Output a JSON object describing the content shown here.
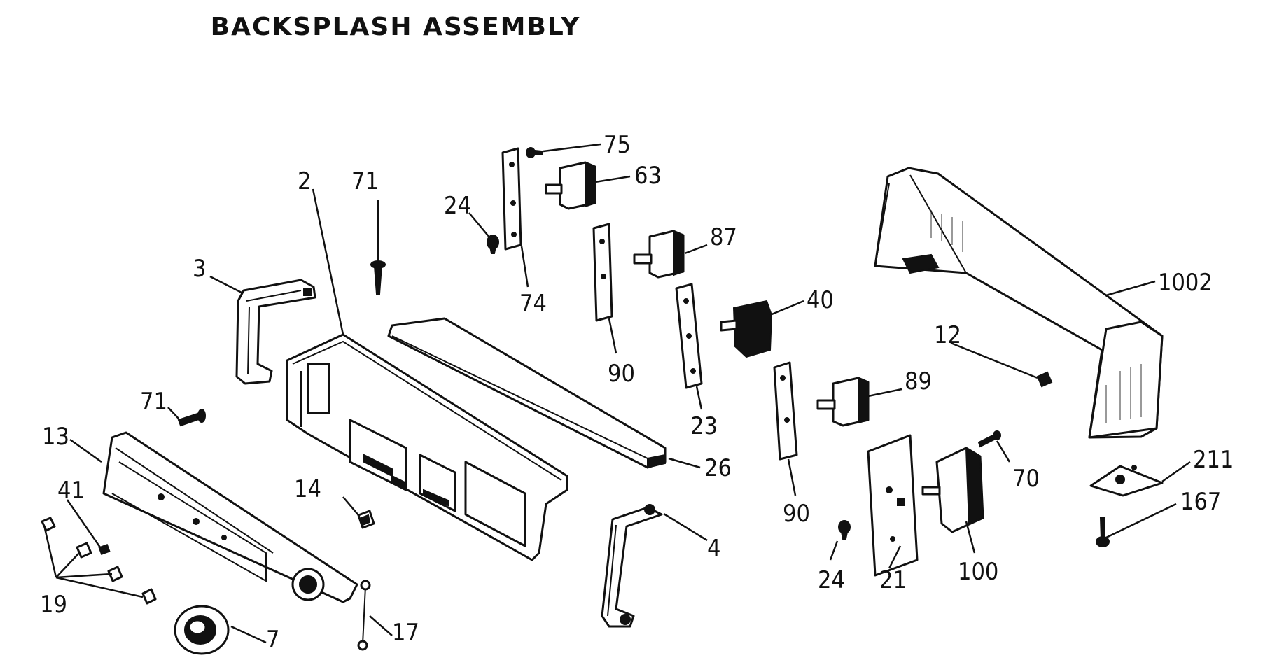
{
  "title": "BACKSPLASH ASSEMBLY",
  "callouts": {
    "c2": "2",
    "c3": "3",
    "c4": "4",
    "c7": "7",
    "c12": "12",
    "c13": "13",
    "c14": "14",
    "c17": "17",
    "c19": "19",
    "c21": "21",
    "c23": "23",
    "c24a": "24",
    "c24b": "24",
    "c26": "26",
    "c40": "40",
    "c41": "41",
    "c63": "63",
    "c70": "70",
    "c71a": "71",
    "c71b": "71",
    "c74": "74",
    "c75": "75",
    "c87": "87",
    "c89": "89",
    "c90a": "90",
    "c90b": "90",
    "c100": "100",
    "c167": "167",
    "c211": "211",
    "c1002": "1002"
  }
}
